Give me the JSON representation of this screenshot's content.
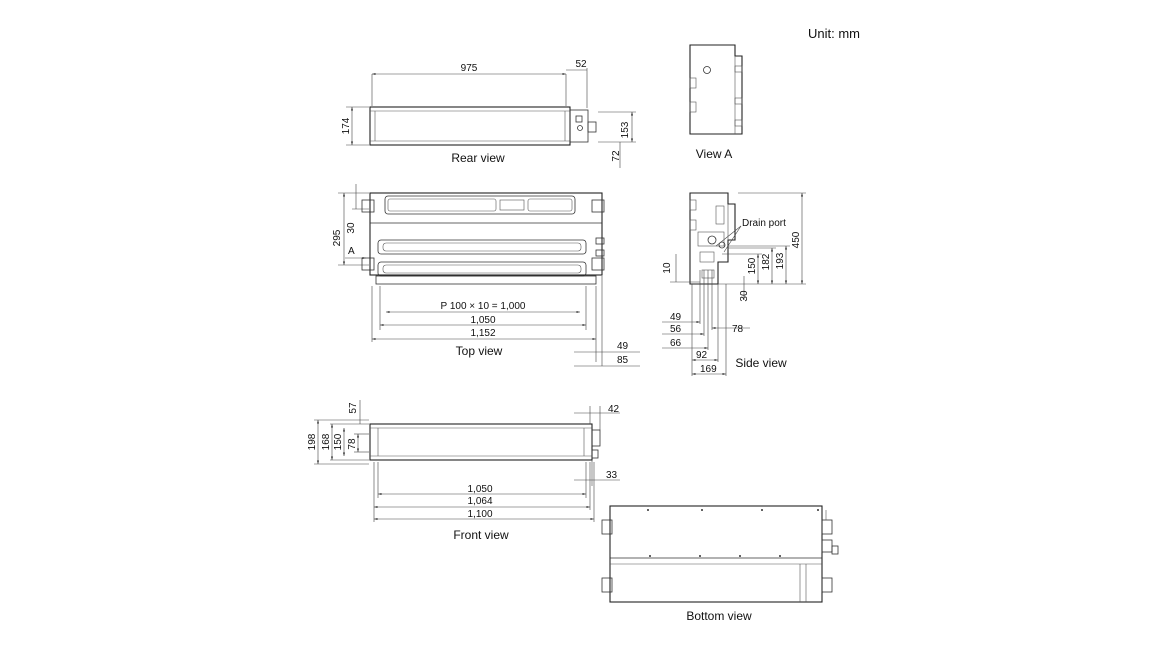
{
  "unit_label": "Unit: mm",
  "views": {
    "rear": {
      "caption": "Rear view",
      "dims": {
        "width": "975",
        "pipe": "52",
        "height": "174",
        "right_height": "153",
        "bottom": "72"
      }
    },
    "view_a": {
      "caption": "View A"
    },
    "top": {
      "caption": "Top view",
      "arrow_label": "A",
      "dims": {
        "depth": "295",
        "offset": "30",
        "pitch": "P 100 × 10 = 1,000",
        "w1": "1,050",
        "w2": "1,152",
        "r1": "49",
        "r2": "85"
      }
    },
    "side": {
      "caption": "Side view",
      "drain_label": "Drain port",
      "dims": {
        "h450": "450",
        "h193": "193",
        "h182": "182",
        "h150": "150",
        "h30": "30",
        "h10": "10",
        "d49": "49",
        "d56": "56",
        "d78": "78",
        "d66": "66",
        "d92": "92",
        "d169": "169"
      }
    },
    "front": {
      "caption": "Front view",
      "dims": {
        "h198": "198",
        "h168": "168",
        "h150": "150",
        "h78": "78",
        "h57": "57",
        "r42": "42",
        "r33": "33",
        "w1": "1,050",
        "w2": "1,064",
        "w3": "1,100"
      }
    },
    "bottom": {
      "caption": "Bottom view"
    }
  }
}
